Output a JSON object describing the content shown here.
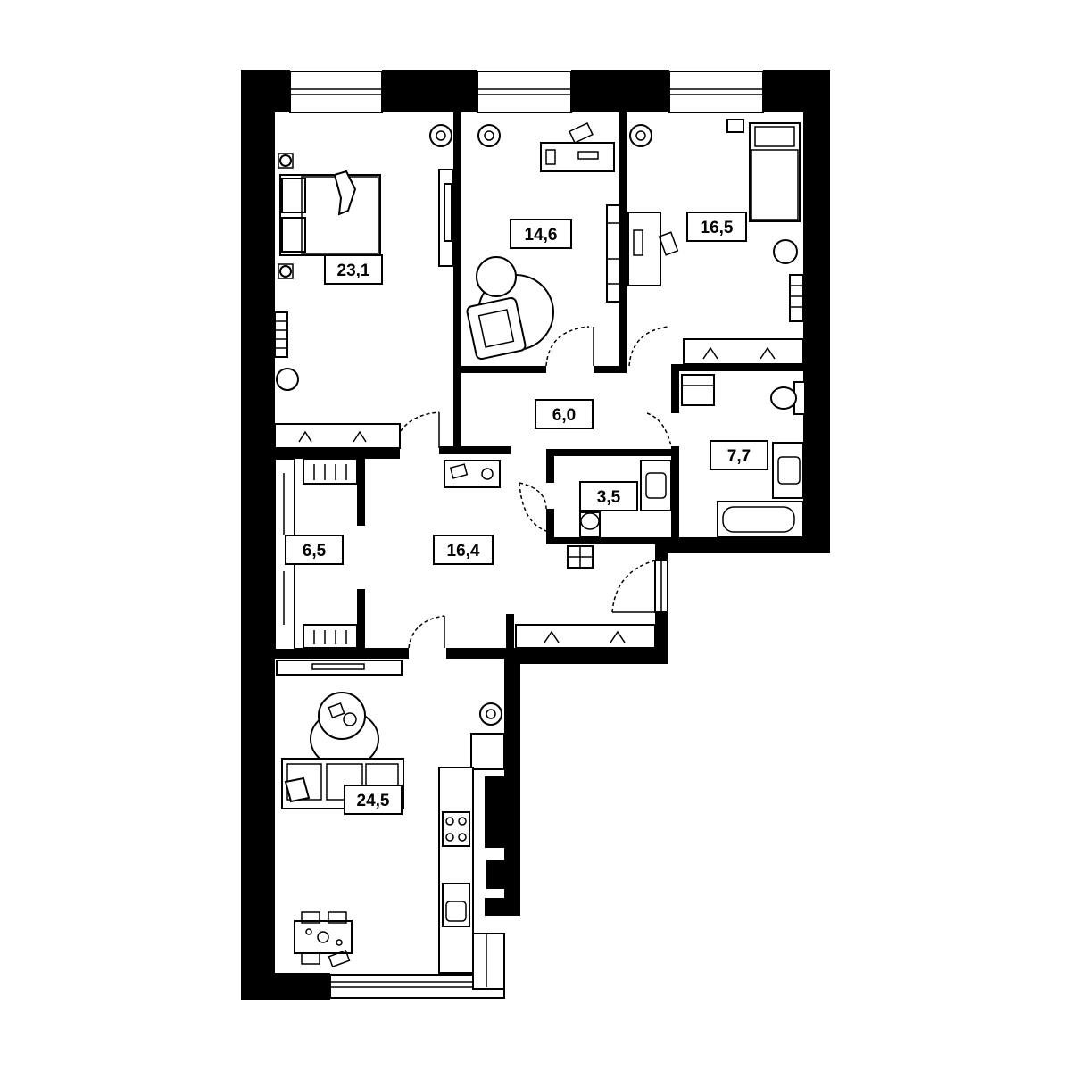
{
  "plan": {
    "rooms": [
      {
        "id": "bedroom-1",
        "area": "23,1"
      },
      {
        "id": "bedroom-2",
        "area": "14,6"
      },
      {
        "id": "bedroom-3",
        "area": "16,5"
      },
      {
        "id": "corridor",
        "area": "6,0"
      },
      {
        "id": "bathroom",
        "area": "7,7"
      },
      {
        "id": "wc",
        "area": "3,5"
      },
      {
        "id": "wardrobe",
        "area": "6,5"
      },
      {
        "id": "hall",
        "area": "16,4"
      },
      {
        "id": "living-kitchen",
        "area": "24,5"
      }
    ],
    "colors": {
      "wall": "#000000",
      "background": "#ffffff"
    }
  }
}
